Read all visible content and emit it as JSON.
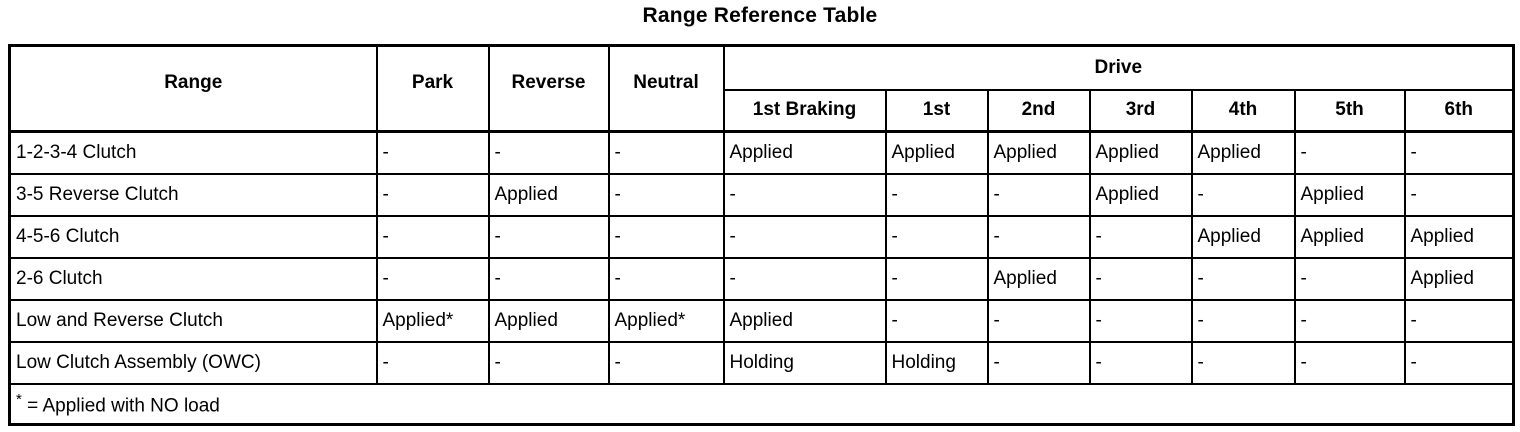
{
  "title": "Range Reference Table",
  "table": {
    "corner_header": "Range",
    "fixed_columns": [
      "Park",
      "Reverse",
      "Neutral"
    ],
    "drive_group_label": "Drive",
    "drive_columns": [
      "1st Braking",
      "1st",
      "2nd",
      "3rd",
      "4th",
      "5th",
      "6th"
    ],
    "rows": [
      {
        "range": "1-2-3-4 Clutch",
        "values": [
          "-",
          "-",
          "-",
          "Applied",
          "Applied",
          "Applied",
          "Applied",
          "Applied",
          "-",
          "-"
        ]
      },
      {
        "range": "3-5 Reverse Clutch",
        "values": [
          "-",
          "Applied",
          "-",
          "-",
          "-",
          "-",
          "Applied",
          "-",
          "Applied",
          "-"
        ]
      },
      {
        "range": "4-5-6 Clutch",
        "values": [
          "-",
          "-",
          "-",
          "-",
          "-",
          "-",
          "-",
          "Applied",
          "Applied",
          "Applied"
        ]
      },
      {
        "range": "2-6 Clutch",
        "values": [
          "-",
          "-",
          "-",
          "-",
          "-",
          "Applied",
          "-",
          "-",
          "-",
          "Applied"
        ]
      },
      {
        "range": "Low and Reverse Clutch",
        "values": [
          "Applied*",
          "Applied",
          "Applied*",
          "Applied",
          "-",
          "-",
          "-",
          "-",
          "-",
          "-"
        ]
      },
      {
        "range": "Low Clutch Assembly (OWC)",
        "values": [
          "-",
          "-",
          "-",
          "Holding",
          "Holding",
          "-",
          "-",
          "-",
          "-",
          "-"
        ]
      }
    ],
    "footnote": {
      "symbol": "*",
      "text": " = Applied with NO load"
    },
    "colors": {
      "border": "#000000",
      "background": "#ffffff",
      "text": "#000000"
    }
  }
}
